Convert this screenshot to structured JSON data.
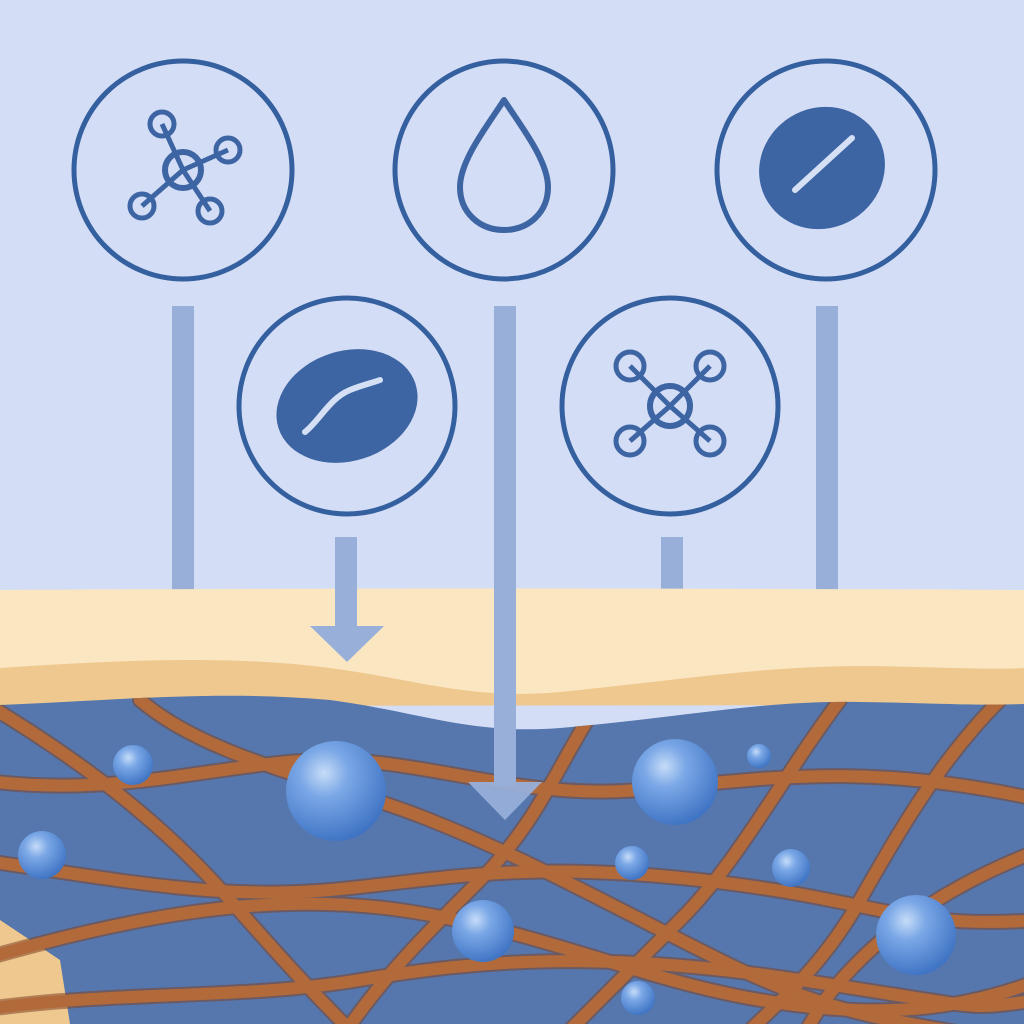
{
  "colors": {
    "background": "#d4ddf6",
    "icon_ring": "#34609f",
    "icon_fill": "#3d65a3",
    "icon_highlight": "#d6e0f5",
    "pathway": "#97afd9",
    "epidermis_top": "#fbe6c2",
    "epidermis_band": "#efc88f",
    "dermis": "#5577ae",
    "collagen_fiber": "#b26a3b",
    "collagen_fiber_shadow": "#7d4426",
    "droplet": "#5b8fd8",
    "droplet_highlight": "#c6dcf8"
  },
  "icons": [
    {
      "name": "molecule-icon",
      "shape": "molecule-5-node"
    },
    {
      "name": "water-drop-icon",
      "shape": "water-drop"
    },
    {
      "name": "bean-capsule-icon",
      "shape": "bean-straight"
    },
    {
      "name": "bean-capsule-icon",
      "shape": "bean-curved"
    },
    {
      "name": "molecule-icon",
      "shape": "molecule-4-node"
    }
  ],
  "layers": [
    "background",
    "epidermis",
    "dermis"
  ]
}
